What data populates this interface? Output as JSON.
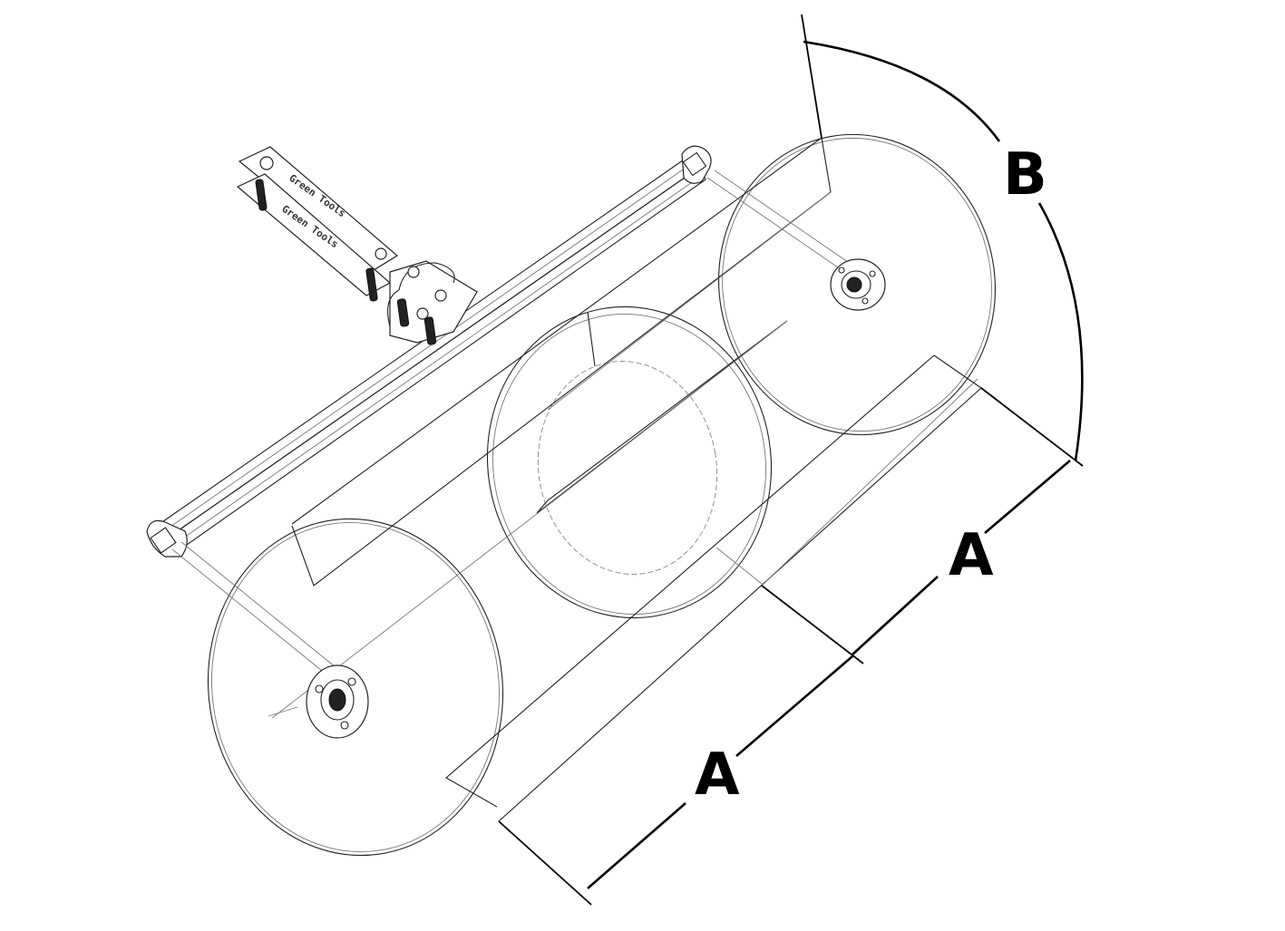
{
  "diagram": {
    "dimensions": {
      "length_upper_label": "A",
      "length_lower_label": "A",
      "diameter_arc_label": "B"
    },
    "bracket": {
      "upper_engraving": "Green Tools",
      "lower_engraving": "Green Tools"
    }
  }
}
